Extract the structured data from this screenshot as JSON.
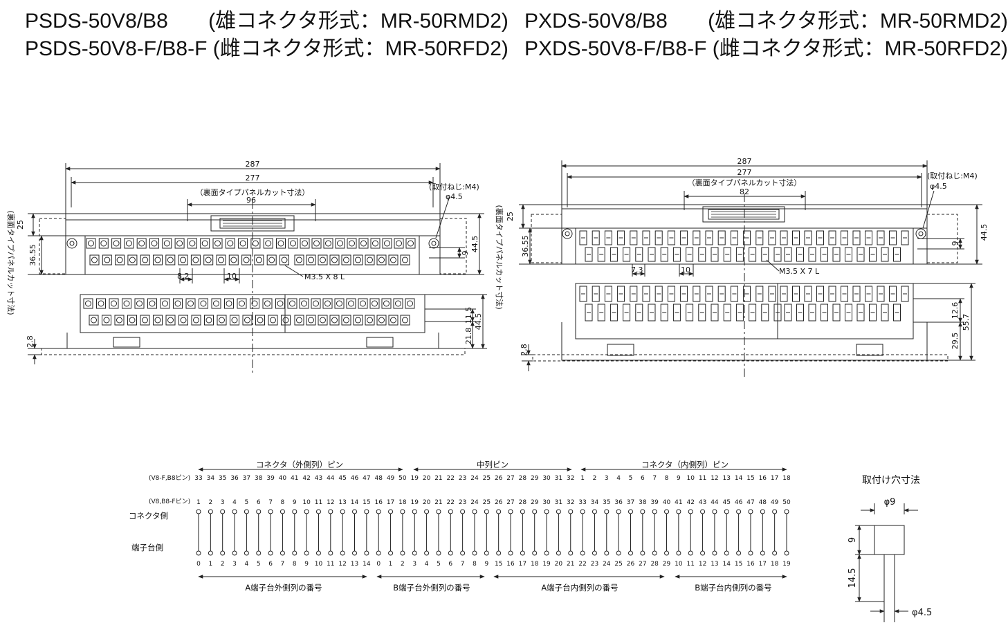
{
  "titles": {
    "left_line1": "PSDS-50V8/B8       (雄コネクタ形式：MR-50RMD2)",
    "left_line2": "PSDS-50V8-F/B8-F (雌コネクタ形式：MR-50RFD2)",
    "right_line1": "PXDS-50V8/B8       (雄コネクタ形式：MR-50RMD2)",
    "right_line2": "PXDS-50V8-F/B8-F (雌コネクタ形式：MR-50RFD2)"
  },
  "left_drawing": {
    "dim_287": "287",
    "dim_277": "277",
    "panel_cut_label": "（裏面タイプパネルカット寸法）",
    "dim_96": "96",
    "mount_screw": "(取付ねじ:M4)",
    "dim_phi45": "φ4.5",
    "dim_25": "25",
    "dim_3655": "36.55",
    "dim_445_top": "44.5",
    "dim_9": "9",
    "dim_82": "8.2",
    "dim_10": "10",
    "screw_spec": "M3.5 X 8 L",
    "dim_115": "11.5",
    "dim_445_bottom": "44.5",
    "dim_218": "21.8",
    "dim_28": "2.8",
    "side_label": "(裏面タイプパネルカット寸法)"
  },
  "right_drawing": {
    "dim_287": "287",
    "dim_277": "277",
    "panel_cut_label": "（裏面タイプパネルカット寸法）",
    "dim_82": "82",
    "mount_screw": "(取付ねじ:M4)",
    "dim_phi45": "φ4.5",
    "dim_25": "25",
    "dim_3655": "36.55",
    "dim_445": "44.5",
    "dim_9": "9",
    "dim_73": "7.3",
    "dim_10": "10",
    "screw_spec": "M3.5 X 7 L",
    "dim_126": "12.6",
    "dim_557": "55.7",
    "dim_295": "29.5",
    "dim_28": "2.8",
    "side_label": "(裏面タイプパネルカット寸法)"
  },
  "pin_table": {
    "header_outer": "コネクタ（外側列）ピン",
    "header_middle": "中列ピン",
    "header_inner": "コネクタ（内側列）ピン",
    "row1_label": "(V8-F,B8ピン)",
    "row2_label": "(V8,B8-Fピン)",
    "connector_side": "コネクタ側",
    "terminal_side": "端子台側",
    "row1": [
      "33",
      "34",
      "35",
      "36",
      "37",
      "38",
      "39",
      "40",
      "41",
      "42",
      "43",
      "44",
      "45",
      "46",
      "47",
      "48",
      "49",
      "50",
      "19",
      "20",
      "21",
      "22",
      "23",
      "24",
      "25",
      "26",
      "27",
      "28",
      "29",
      "30",
      "31",
      "32",
      "1",
      "2",
      "3",
      "4",
      "5",
      "6",
      "7",
      "8",
      "9",
      "10",
      "11",
      "12",
      "13",
      "14",
      "15",
      "16",
      "17",
      "18"
    ],
    "row2": [
      "1",
      "2",
      "3",
      "4",
      "5",
      "6",
      "7",
      "8",
      "9",
      "10",
      "11",
      "12",
      "13",
      "14",
      "15",
      "16",
      "17",
      "18",
      "19",
      "20",
      "21",
      "22",
      "23",
      "24",
      "25",
      "26",
      "27",
      "28",
      "29",
      "30",
      "31",
      "32",
      "33",
      "34",
      "35",
      "36",
      "37",
      "38",
      "39",
      "40",
      "41",
      "42",
      "43",
      "44",
      "45",
      "46",
      "47",
      "48",
      "49",
      "50"
    ],
    "row3": [
      "0",
      "1",
      "2",
      "3",
      "4",
      "5",
      "6",
      "7",
      "8",
      "9",
      "10",
      "11",
      "12",
      "13",
      "14",
      "0",
      "1",
      "2",
      "3",
      "4",
      "5",
      "6",
      "7",
      "8",
      "9",
      "15",
      "16",
      "17",
      "18",
      "19",
      "20",
      "21",
      "22",
      "23",
      "24",
      "25",
      "26",
      "27",
      "28",
      "29",
      "10",
      "11",
      "12",
      "13",
      "14",
      "15",
      "16",
      "17",
      "18",
      "19"
    ],
    "group_a_outer": "A端子台外側列の番号",
    "group_b_outer": "B端子台外側列の番号",
    "group_a_inner": "A端子台内側列の番号",
    "group_b_inner": "B端子台内側列の番号"
  },
  "mount_hole": {
    "title": "取付け穴寸法",
    "dim_phi9": "φ9",
    "dim_9": "9",
    "dim_145": "14.5",
    "dim_phi45": "φ4.5"
  }
}
